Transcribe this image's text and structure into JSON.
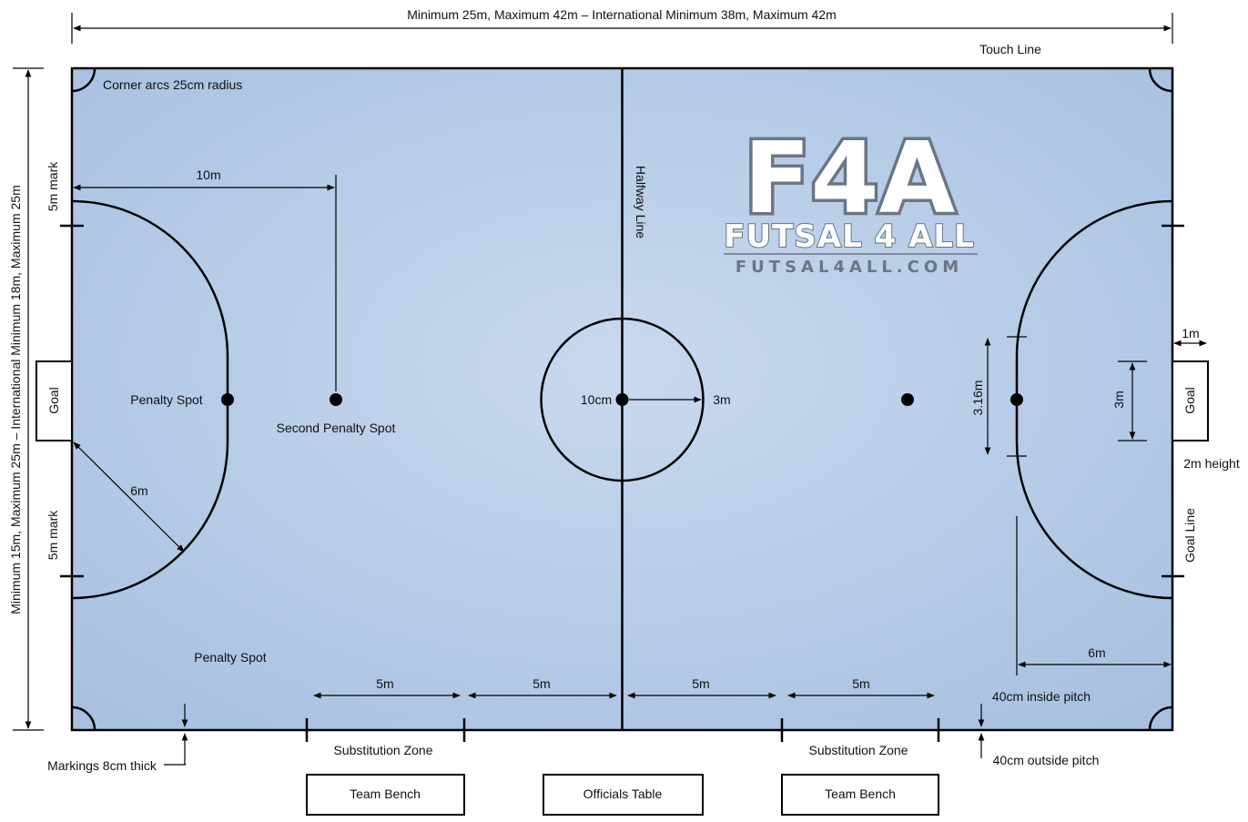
{
  "labels": {
    "length_dimension": "Minimum 25m, Maximum 42m – International Minimum 38m, Maximum 42m",
    "width_dimension": "Minimum 15m, Maximum 25m – International Minimum 18m, Maximum 25m",
    "touch_line": "Touch Line",
    "corner_arcs": "Corner arcs 25cm radius",
    "five_m_mark": "5m mark",
    "ten_m": "10m",
    "halfway_line": "Halfway Line",
    "goal": "Goal",
    "penalty_spot": "Penalty Spot",
    "second_penalty_spot": "Second Penalty Spot",
    "center_spot": "10cm",
    "center_radius": "3m",
    "six_m": "6m",
    "dim_316": "3.16m",
    "goal_width": "3m",
    "one_m": "1m",
    "goal_height": "2m height",
    "goal_line": "Goal Line",
    "five_m": "5m",
    "substitution_zone": "Substitution Zone",
    "team_bench": "Team Bench",
    "officials_table": "Officials Table",
    "markings": "Markings 8cm thick",
    "inside_pitch": "40cm inside pitch",
    "outside_pitch": "40cm outside pitch"
  },
  "logo": {
    "big": "F4A",
    "name": "FUTSAL 4 ALL",
    "url": "FUTSAL4ALL.COM"
  },
  "colors": {
    "pitch_light": "#c7d7ec",
    "pitch_dark": "#a9c2e1",
    "lines": "#000000",
    "logo_outline": "#6b7584"
  }
}
